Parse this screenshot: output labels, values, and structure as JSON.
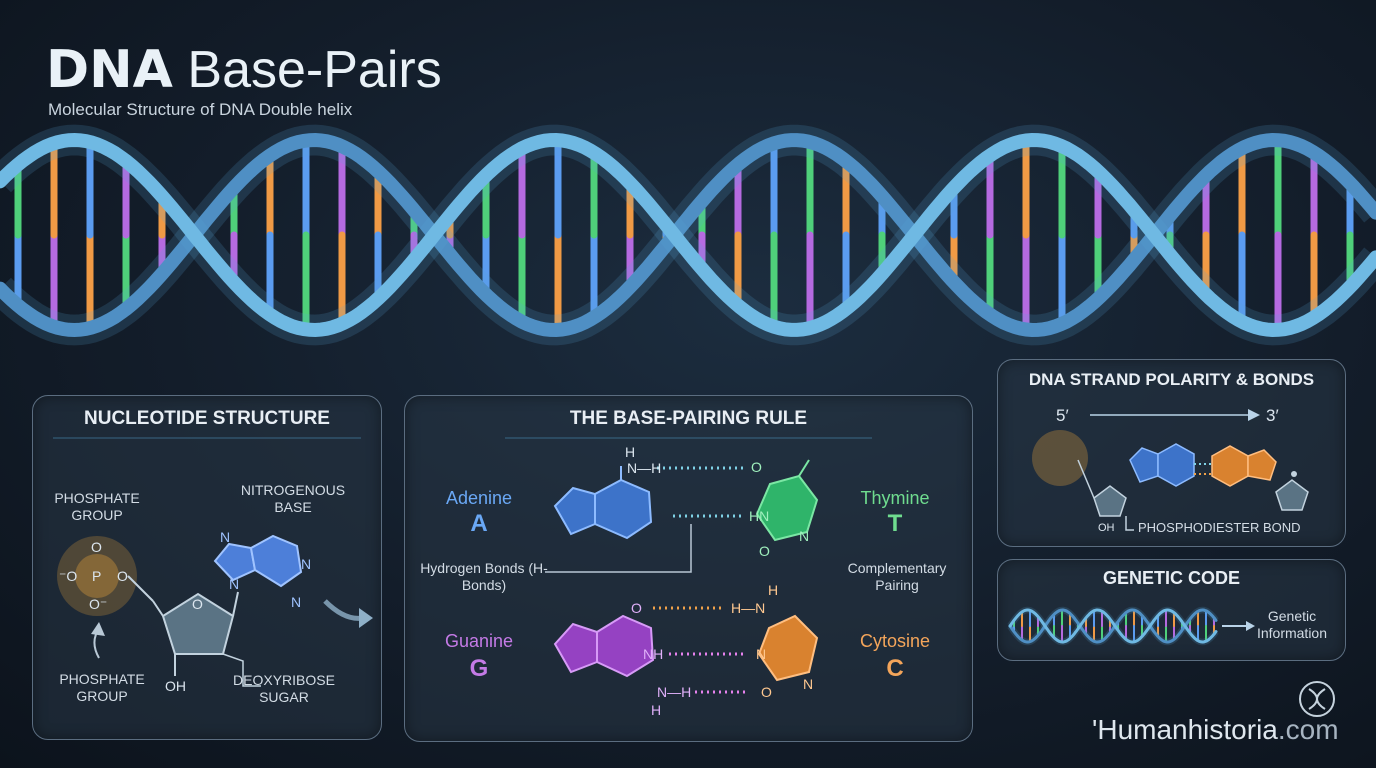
{
  "header": {
    "title_bold": "DNA",
    "title_rest": "Base-Pairs",
    "subtitle": "Molecular Structure of DNA Double helix"
  },
  "nucleotide": {
    "title": "NUCLEOTIDE STRUCTURE",
    "phosphate_label": "PHOSPHATE GROUP",
    "phosphate_label_bottom": "PHOSPHATE GROUP",
    "base_label": "NITROGENOUS BASE",
    "sugar_label": "DEOXYRIBOSE SUGAR",
    "oh": "OH",
    "o_top": "O",
    "o_bottom": "O⁻",
    "o_left": "⁻O",
    "p": "P",
    "o_right": "O",
    "ring_o": "O",
    "n1": "N",
    "n2": "N",
    "n3": "N",
    "n4": "N"
  },
  "pairing": {
    "title": "THE BASE-PAIRING RULE",
    "adenine": {
      "name": "Adenine",
      "letter": "A"
    },
    "thymine": {
      "name": "Thymine",
      "letter": "T"
    },
    "guanine": {
      "name": "Guanine",
      "letter": "G"
    },
    "cytosine": {
      "name": "Cytosine",
      "letter": "C"
    },
    "hbonds": "Hydrogen Bonds (H-Bonds)",
    "complementary": "Complementary Pairing",
    "h_top": "H",
    "nh_top": "N—H",
    "o_thy_top": "O",
    "hn_thy": "HN",
    "o_thy_bottom": "O",
    "n_thy": "N",
    "o_gua": "O",
    "nh_gua": "NH",
    "nh_gua_bottom": "N—H",
    "h_gua": "H",
    "hn_cyt": "H—N",
    "h_cyt": "H",
    "n_cyt": "N",
    "o_cyt": "O",
    "n_cyt2": "N"
  },
  "polarity": {
    "title": "DNA STRAND POLARITY & BONDS",
    "five": "5′",
    "three": "3′",
    "bond_label": "PHOSPHODIESTER BOND",
    "oh": "OH"
  },
  "genetic": {
    "title": "GENETIC CODE",
    "info": "Genetic Information"
  },
  "brand": {
    "name": "'Humanhistoria",
    "domain": ".com"
  },
  "colors": {
    "adenine": "#5b9cf0",
    "thymine": "#4fd07a",
    "guanine": "#b56ae0",
    "cytosine": "#f09a45",
    "backbone": "#5aa9d6",
    "phosphate": "#e8a23c"
  }
}
